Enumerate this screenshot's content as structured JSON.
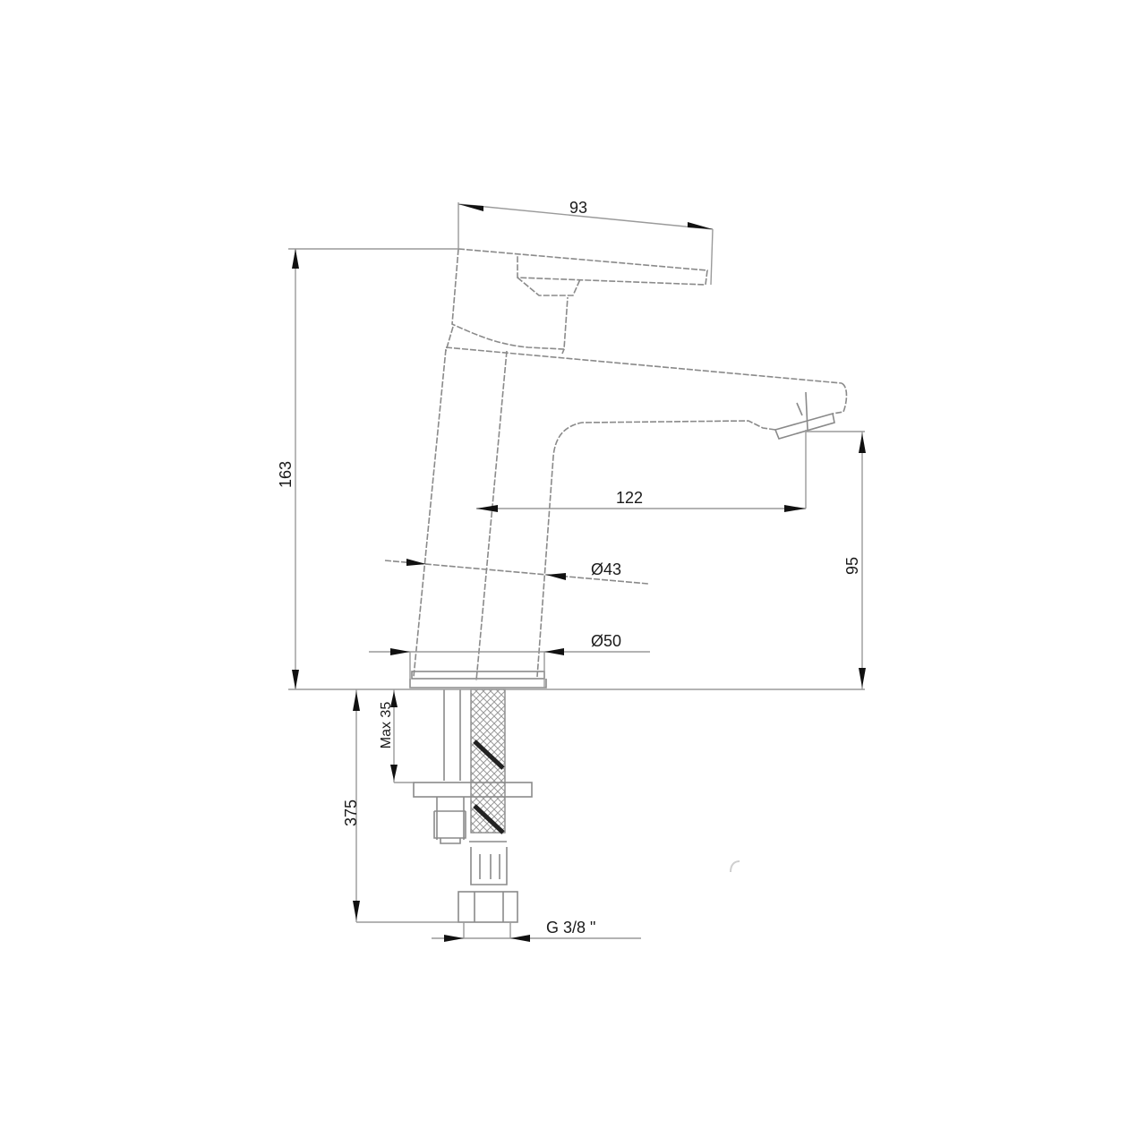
{
  "drawing": {
    "subject": "Single-lever basin faucet technical drawing",
    "units": "mm",
    "dimensions": {
      "handle_length": "93",
      "total_height": "163",
      "spout_reach": "122",
      "spout_height": "95",
      "body_diameter": "Ø43",
      "base_diameter": "Ø50",
      "max_deck_thickness_label": "Max 35",
      "hose_length": "375",
      "connection_thread": "G 3/8 \""
    },
    "colors": {
      "background": "#ffffff",
      "outline": "#8a8a8a",
      "text": "#1a1a1a",
      "arrowheads": "#111111"
    }
  }
}
